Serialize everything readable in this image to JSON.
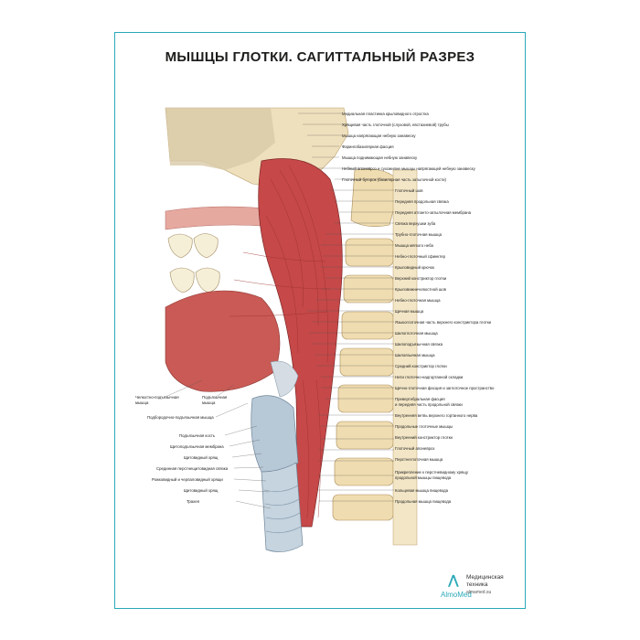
{
  "title": "МЫШЦЫ ГЛОТКИ. САГИТТАЛЬНЫЙ РАЗРЕЗ",
  "labels_right": [
    "Медиальная пластинка крыловидного отростка",
    "Хрящевая часть глоточной (слуховой, евстахиевой) трубы",
    "Мышца напрягающая небную занавеску",
    "Фарингобазилярная фасция",
    "Мышца поднимающая небную занавеску",
    "Небный апоневроз и сухожилие мышцы напрягающей небную занавеску",
    "Глоточный бугорок (базилярная часть затылочной кости)",
    "Глоточный шов",
    "Передняя продольная связка",
    "Передняя атланто-затылочная мембрана",
    "Связка верхушки зуба",
    "Трубно-глоточная мышца",
    "Мышца мягкого неба",
    "Небно-глоточный сфинктер",
    "Крыловидный крючок",
    "Верхний констриктор глотки",
    "Крыловижнечелюстной шов",
    "Небно-глоточная мышца",
    "Щечная мышца",
    "Языкоглоточная часть верхнего констриктора глотки",
    "Шилоглоточная мышца",
    "Шилоподъязычная связка",
    "Шилоязычная мышца",
    "Средний констриктор глотки",
    "Нити глоточно-надгортанной складки",
    "Щечно-глоточная фасция и заглоточное пространство",
    "Превертебральная фасция",
    "и передняя часть продольной связки",
    "Внутренняя ветвь верхнего гортанного нерва",
    "Продольные глоточные мышцы",
    "Внутренний констриктор глотки",
    "Глоточный апоневроз",
    "Перстнеглоточная мышца",
    "Прикрепление к перстневидному хрящу",
    "продольной мышцы пищевода",
    "Кольцевая мышца пищевода",
    "Продольная мышца пищевода"
  ],
  "labels_left": [
    "Челюстно-подъязычная",
    "мышца",
    "Подъязычная",
    "мышца",
    "Подбородочно-подъязычная мышца",
    "Подъязычная кость",
    "Щитоподъязычная мембрана",
    "Щитовидный хрящ",
    "Срединная перстнещитовидная связка",
    "Рожковидный и черпаловидный хрящи",
    "Щитовидный хрящ",
    "Трахея"
  ],
  "logo": {
    "brand": "AlmoMed",
    "line1": "Медицинская",
    "line2": "техника",
    "site": "almamed.su"
  },
  "colors": {
    "frame": "#2aa9b8",
    "muscle": "#c94c4c",
    "bone": "#efdcb0",
    "cartilage": "#b9c9d6"
  }
}
